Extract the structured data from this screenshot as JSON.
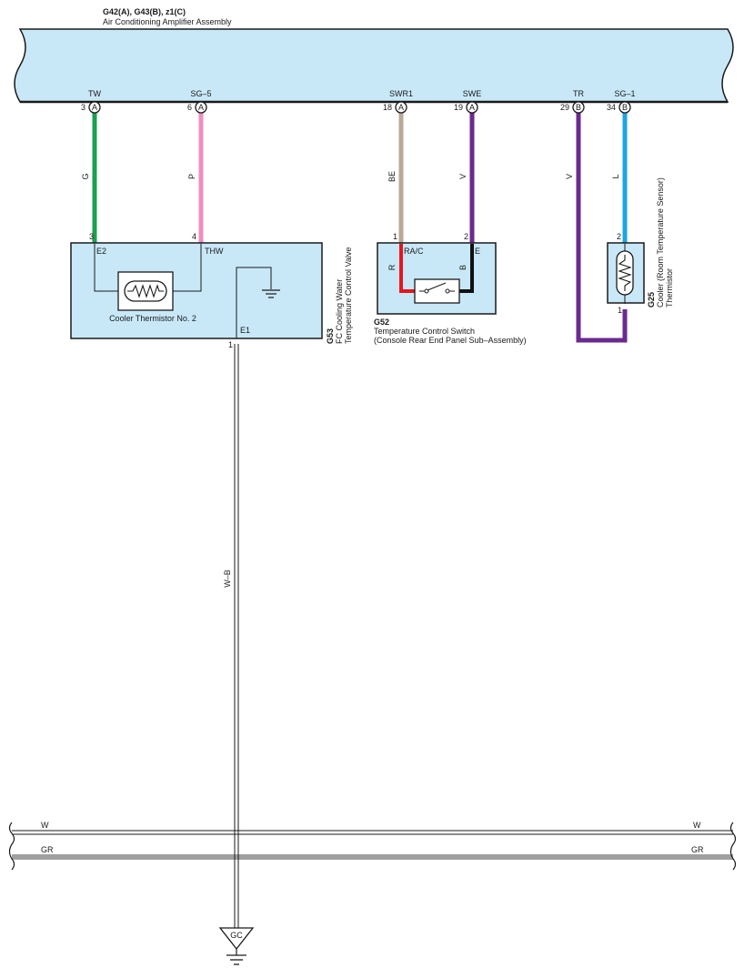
{
  "amplifier": {
    "connectors": "G42(A), G43(B), z1(C)",
    "name": "Air Conditioning Amplifier Assembly"
  },
  "terminals": [
    {
      "label": "TW",
      "pin": "3",
      "conn": "A"
    },
    {
      "label": "SG–5",
      "pin": "6",
      "conn": "A"
    },
    {
      "label": "SWR1",
      "pin": "18",
      "conn": "A"
    },
    {
      "label": "SWE",
      "pin": "19",
      "conn": "A"
    },
    {
      "label": "TR",
      "pin": "29",
      "conn": "B"
    },
    {
      "label": "SG–1",
      "pin": "34",
      "conn": "B"
    }
  ],
  "wires": {
    "tw": {
      "color_code": "G",
      "hex": "#1aa050"
    },
    "sg5": {
      "color_code": "P",
      "hex": "#ee8ec0"
    },
    "swr1": {
      "color_code": "BE",
      "hex": "#bba998"
    },
    "swe": {
      "color_code": "V",
      "hex": "#6a2a90"
    },
    "tr": {
      "color_code": "V",
      "hex": "#6a2a90"
    },
    "sg1": {
      "color_code": "L",
      "hex": "#1ea6e0"
    },
    "ground": {
      "color_code": "W–B"
    },
    "switch_left": {
      "color_code": "R",
      "hex": "#e8141e"
    },
    "switch_right": {
      "color_code": "B",
      "hex": "#111111"
    }
  },
  "g53": {
    "id": "G53",
    "line1": "FC Cooling Water",
    "line2": "Temperature Control Valve",
    "component": "Cooler Thermistor No. 2",
    "pin_e2": "3",
    "term_e2": "E2",
    "pin_thw": "4",
    "term_thw": "THW",
    "pin_e1": "1",
    "term_e1": "E1"
  },
  "g52": {
    "id": "G52",
    "line1": "Temperature Control Switch",
    "line2": "(Console Rear End Panel Sub–Assembly)",
    "pin_left": "1",
    "term_left": "RA/C",
    "pin_right": "2",
    "term_right": "E"
  },
  "g25": {
    "id": "G25",
    "line1": "Cooler (Room Temperature Sensor)",
    "line2": "Thermistor",
    "pin_top": "2",
    "pin_bottom": "1"
  },
  "bus": {
    "w_label": "W",
    "gr_label": "GR"
  },
  "ground_point": "GC",
  "colors": {
    "panel_fill": "#c8e8f8",
    "outline": "#1a1a1a",
    "bus_gray": "#a0a0a0"
  }
}
